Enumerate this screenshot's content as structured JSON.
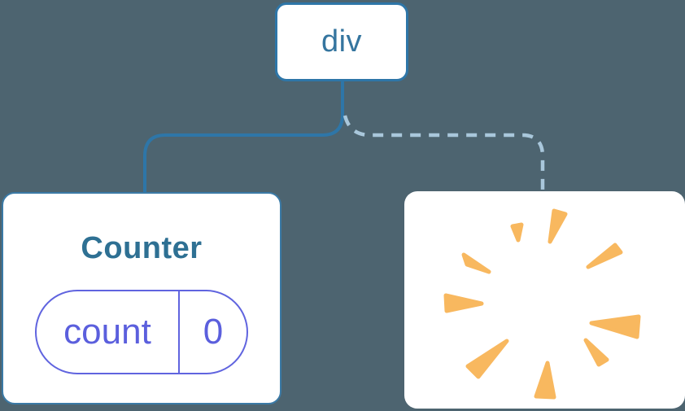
{
  "diagram": {
    "description": "React component tree: div parent keeps Counter child (solid edge) while second child is removed (dashed edge to poof burst)",
    "background_color": "#4d6470",
    "root_node": {
      "label": "div",
      "border_color": "#2e76a8",
      "text_color": "#35759f"
    },
    "edges": {
      "kept": {
        "type": "solid",
        "color": "#2e76a8"
      },
      "removed": {
        "type": "dashed",
        "color": "#a9c7db"
      }
    },
    "counter_card": {
      "title": "Counter",
      "title_color": "#2e7093",
      "border_color": "#3b7aa6",
      "state_pill": {
        "key": "count",
        "value": "0",
        "accent_color": "#6064df"
      }
    },
    "removed_card": {
      "icon": "poof-burst-icon",
      "burst_color": "#f8b85f",
      "card_background": "#ffffff"
    }
  }
}
